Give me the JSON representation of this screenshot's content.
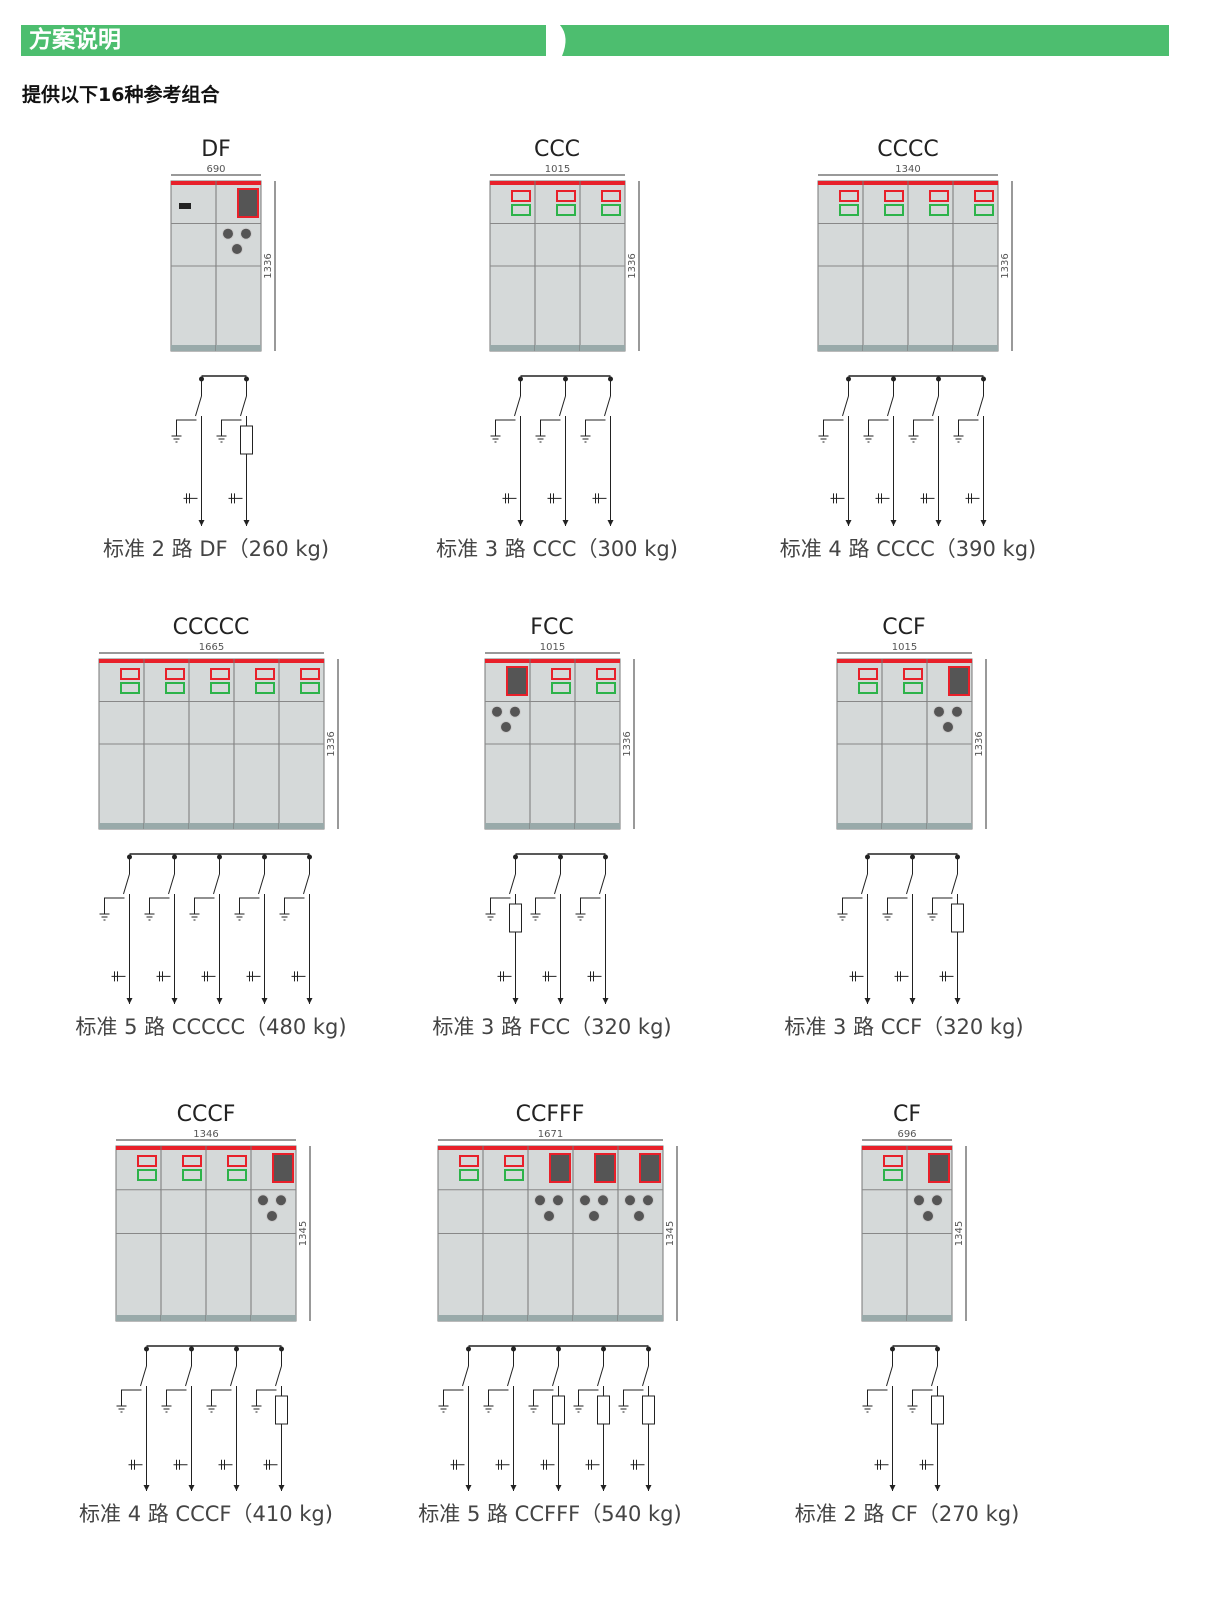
{
  "header": {
    "title": "方案说明",
    "subtitle": "提供以下16种参考组合"
  },
  "colors": {
    "banner": "#4dbe6f",
    "cabinet": "#d5d9d9",
    "red": "#e8202a",
    "green": "#2db34a"
  },
  "schemes": [
    {
      "name": "DF",
      "width_label": "690",
      "height_label": "1336",
      "caption": "标准 2 路 DF（260 kg)"
    },
    {
      "name": "CCC",
      "width_label": "1015",
      "height_label": "1336",
      "caption": "标准 3 路 CCC（300 kg)"
    },
    {
      "name": "CCCC",
      "width_label": "1340",
      "height_label": "1336",
      "caption": "标准 4 路 CCCC（390 kg)"
    },
    {
      "name": "CCCCC",
      "width_label": "1665",
      "height_label": "1336",
      "caption": "标准 5 路 CCCCC（480 kg)"
    },
    {
      "name": "FCC",
      "width_label": "1015",
      "height_label": "1336",
      "caption": "标准 3 路 FCC（320 kg)"
    },
    {
      "name": "CCF",
      "width_label": "1015",
      "height_label": "1336",
      "caption": "标准 3 路 CCF（320 kg)"
    },
    {
      "name": "CCCF",
      "width_label": "1346",
      "height_label": "1345",
      "caption": "标准 4 路 CCCF（410 kg)"
    },
    {
      "name": "CCFFF",
      "width_label": "1671",
      "height_label": "1345",
      "caption": "标准 5 路 CCFFF（540 kg)"
    },
    {
      "name": "CF",
      "width_label": "696",
      "height_label": "1345",
      "caption": "标准 2 路 CF（270 kg)"
    }
  ]
}
